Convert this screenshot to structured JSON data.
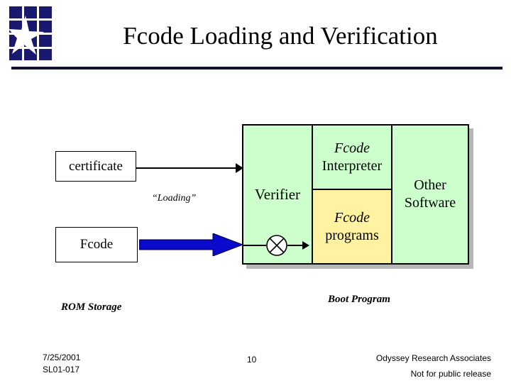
{
  "slide": {
    "title": "Fcode Loading and Verification",
    "logo_icon": "odyssey-star-grid-logo"
  },
  "diagram": {
    "certificate_box": {
      "label": "certificate"
    },
    "fcode_box": {
      "label": "Fcode"
    },
    "loading_caption": "“Loading”",
    "rom_caption": "ROM Storage",
    "boot_caption": "Boot Program",
    "verifier": {
      "label": "Verifier"
    },
    "interpreter": {
      "line1": "Fcode",
      "line2": "Interpreter"
    },
    "programs": {
      "line1": "Fcode",
      "line2": "programs"
    },
    "other_software": {
      "line1": "Other",
      "line2": "Software"
    },
    "gate_icon": "circle-x-gate-icon",
    "certificate_arrow_icon": "thin-arrow-right-icon",
    "loading_arrow_icon": "blue-block-arrow-right-icon",
    "colors": {
      "green_fill": "#CCFFCC",
      "yellow_fill": "#FFF2A0",
      "blue_arrow": "#0A0ACC",
      "logo_navy": "#191970",
      "rule_navy": "#111133"
    }
  },
  "footer": {
    "date": "7/25/2001",
    "doc_id": "SL01-017",
    "page_number": "10",
    "organization": "Odyssey Research Associates",
    "notice": "Not for public release"
  }
}
